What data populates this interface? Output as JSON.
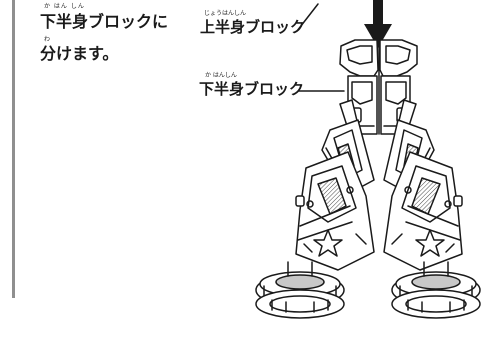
{
  "instruction": {
    "line1_ruby": "か はん しん",
    "line1": "下半身ブロックに",
    "line2_ruby": "わ",
    "line2": "分けます。"
  },
  "labels": {
    "upper_ruby": "じょうはんしん",
    "upper": "上半身ブロック",
    "lower_ruby": "か はんしん",
    "lower": "下半身ブロック"
  },
  "colors": {
    "ink": "#1a1a1a",
    "rule": "#8f8f8f",
    "shade": "#c8c8c8"
  },
  "icons": {
    "arrow": "down-arrow-icon"
  }
}
